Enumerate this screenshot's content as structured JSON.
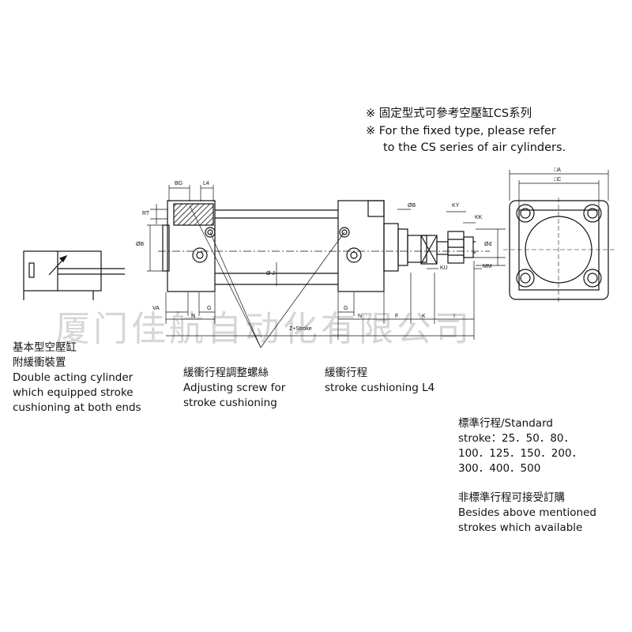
{
  "notes": {
    "fixed_type_cn": "※ 固定型式可參考空壓缸CS系列",
    "fixed_type_en_1": "※ For the fixed type, please refer",
    "fixed_type_en_2": "to the CS series of air cylinders."
  },
  "watermark": "厦门佳航自动化有限公司",
  "labels": {
    "basic": [
      "基本型空壓缸",
      "附緩衝裝置",
      "Double acting cylinder",
      "which equipped stroke",
      "cushioning at both ends"
    ],
    "adjust": [
      "緩衝行程調整螺絲",
      "Adjusting screw for",
      "stroke cushioning"
    ],
    "cushion": [
      "緩衝行程",
      "stroke cushioning L4"
    ],
    "standard": [
      "標準行程/Standard",
      "stroke：25．50．80．",
      "100．125．150．200．",
      "300．400．500"
    ],
    "nonstandard": [
      "非標準行程可接受訂購",
      "Besides above mentioned",
      "strokes which available"
    ]
  },
  "dimensions": {
    "bg": "BG",
    "l4": "L4",
    "rt": "RT",
    "b": "ØB",
    "j": "Ø J",
    "ob": "ØB",
    "ky": "KY",
    "kk": "KK",
    "d": "Ød",
    "ku": "KU",
    "mm": "MM",
    "va": "VA",
    "n_left": "N",
    "g_left": "G",
    "g_right": "G",
    "n_right": "N",
    "f": "F",
    "k": "K",
    "i": "I",
    "z": "Z+Stroke",
    "a": "□A",
    "c": "□C"
  }
}
